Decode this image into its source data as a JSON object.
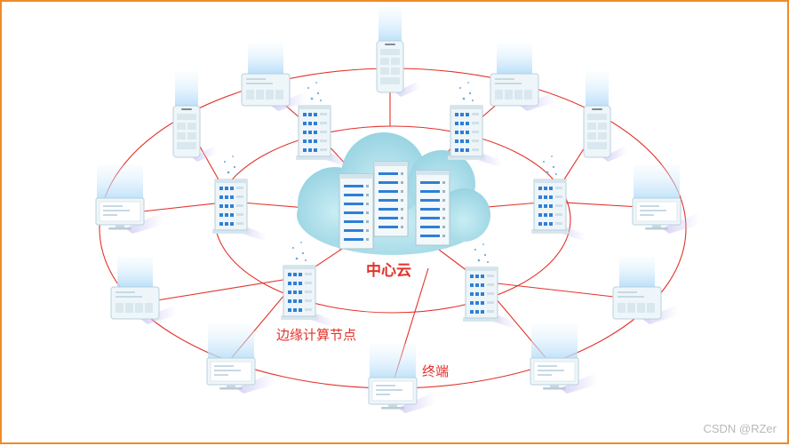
{
  "labels": {
    "center_cloud": "中心云",
    "edge_nodes": "边缘计算节点",
    "terminals": "终端"
  },
  "watermark": "CSDN @RZer",
  "colors": {
    "frame": "#f08a2a",
    "lines": "#e2322b",
    "label_text": "#e2322b",
    "cloud": "#a9dbe6",
    "server_blue": "#2f7fd6",
    "device_light": "#e8f4f9",
    "beam": "#bfe3fb",
    "watermark": "#b8b8b8"
  },
  "icons": {
    "center": "cloud-servers-icon",
    "edge_node": "server-rack-icon",
    "terminal_monitor": "monitor-icon",
    "terminal_phone": "phone-icon",
    "terminal_panel": "panel-display-icon"
  }
}
